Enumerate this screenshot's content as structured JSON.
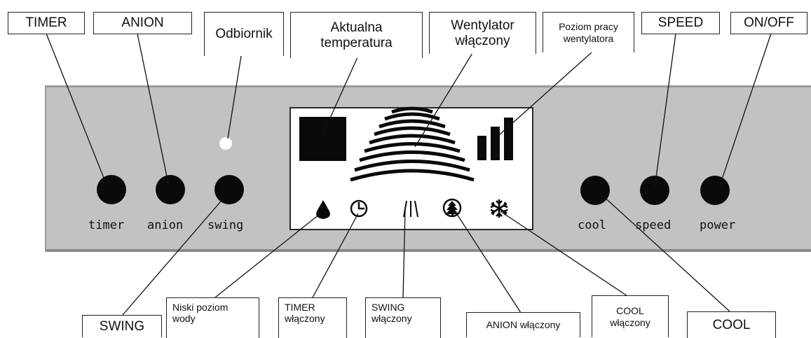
{
  "callouts_top": {
    "timer": "TIMER",
    "anion": "ANION",
    "receiver": "Odbiornik",
    "current_temp_line1": "Aktualna",
    "current_temp_line2": "temperatura",
    "fan_on_line1": "Wentylator",
    "fan_on_line2": "włączony",
    "fan_level_line1": "Poziom pracy",
    "fan_level_line2": "wentylatora",
    "speed": "SPEED",
    "onoff": "ON/OFF"
  },
  "callouts_bottom": {
    "swing": "SWING",
    "low_water_line1": "Niski poziom",
    "low_water_line2": "wody",
    "timer_on_line1": "TIMER",
    "timer_on_line2": "włączony",
    "swing_on_line1": "SWING",
    "swing_on_line2": "włączony",
    "anion_on": "ANION włączony",
    "cool_on_line1": "COOL",
    "cool_on_line2": "włączony",
    "cool": "COOL"
  },
  "buttons": {
    "timer": "timer",
    "anion": "anion",
    "swing": "swing",
    "cool": "cool",
    "speed": "speed",
    "power": "power"
  },
  "display_icons": [
    "water-drop-icon",
    "clock-icon",
    "swing-icon",
    "tree-icon",
    "snowflake-icon"
  ],
  "fan_level": 3,
  "fan_levels_total": 3
}
